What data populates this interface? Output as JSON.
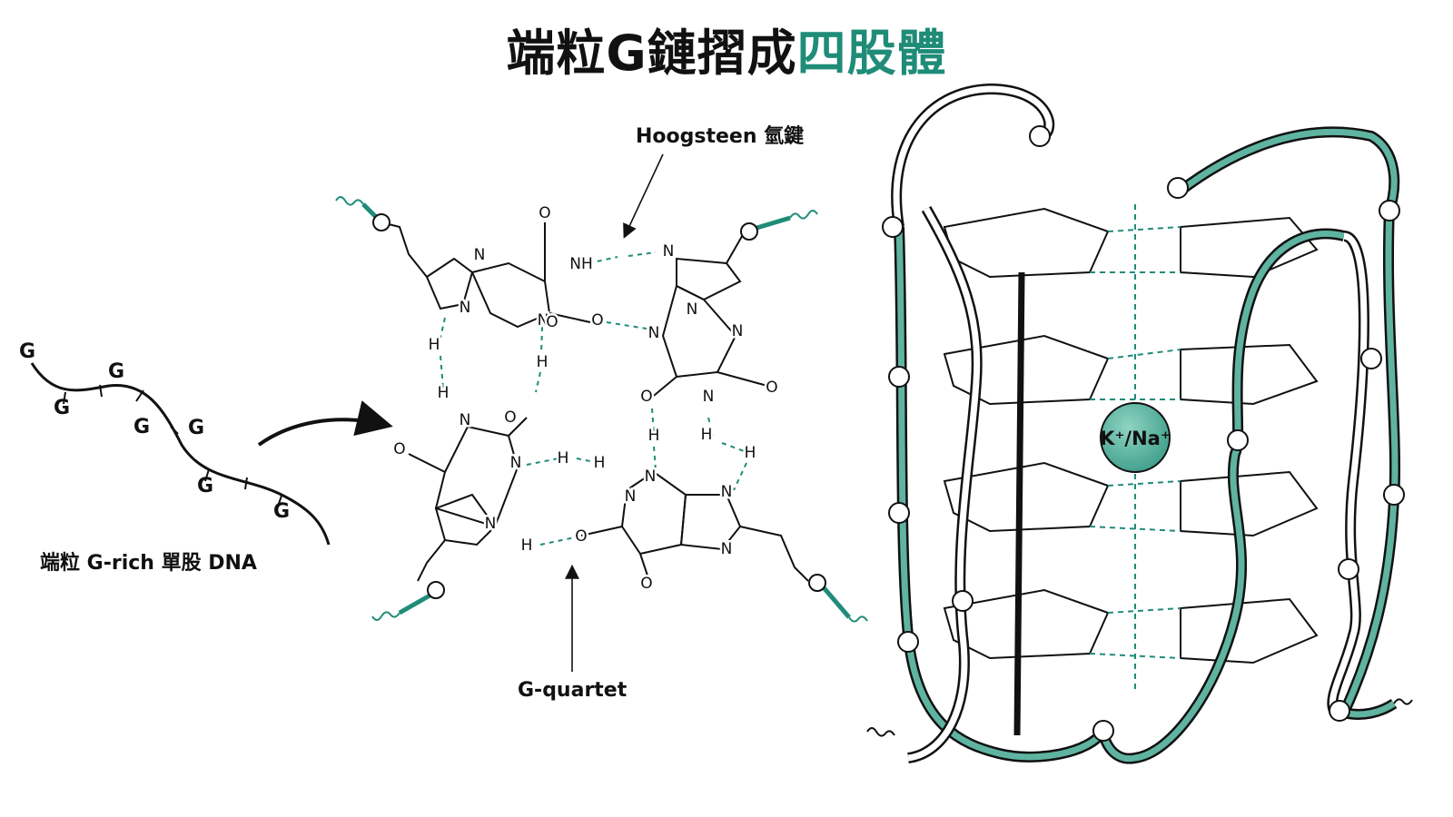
{
  "title": {
    "main": "端粒G鏈摺成",
    "accent": "四股體"
  },
  "labels": {
    "strand": "端粒 G-rich 單股 DNA",
    "hoogsteen": "Hoogsteen 氫鍵",
    "gquartet": "G-quartet",
    "ion": "K⁺/Na⁺"
  },
  "strand_bases": [
    "G",
    "G",
    "G",
    "G",
    "G",
    "G",
    "G"
  ],
  "atom_labels": [
    "O",
    "NH",
    "N",
    "N",
    "N",
    "O",
    "H",
    "N",
    "N",
    "N",
    "N",
    "O",
    "N",
    "O",
    "H",
    "H",
    "H",
    "O",
    "O",
    "N",
    "N",
    "H",
    "H",
    "H",
    "H",
    "N",
    "N",
    "N",
    "H",
    "O",
    "O",
    "N",
    "N",
    "O"
  ],
  "colors": {
    "accent": "#1f8c78",
    "accent_light": "#5fb3a1",
    "bond": "#111111",
    "hbond": "#1f8c78"
  }
}
